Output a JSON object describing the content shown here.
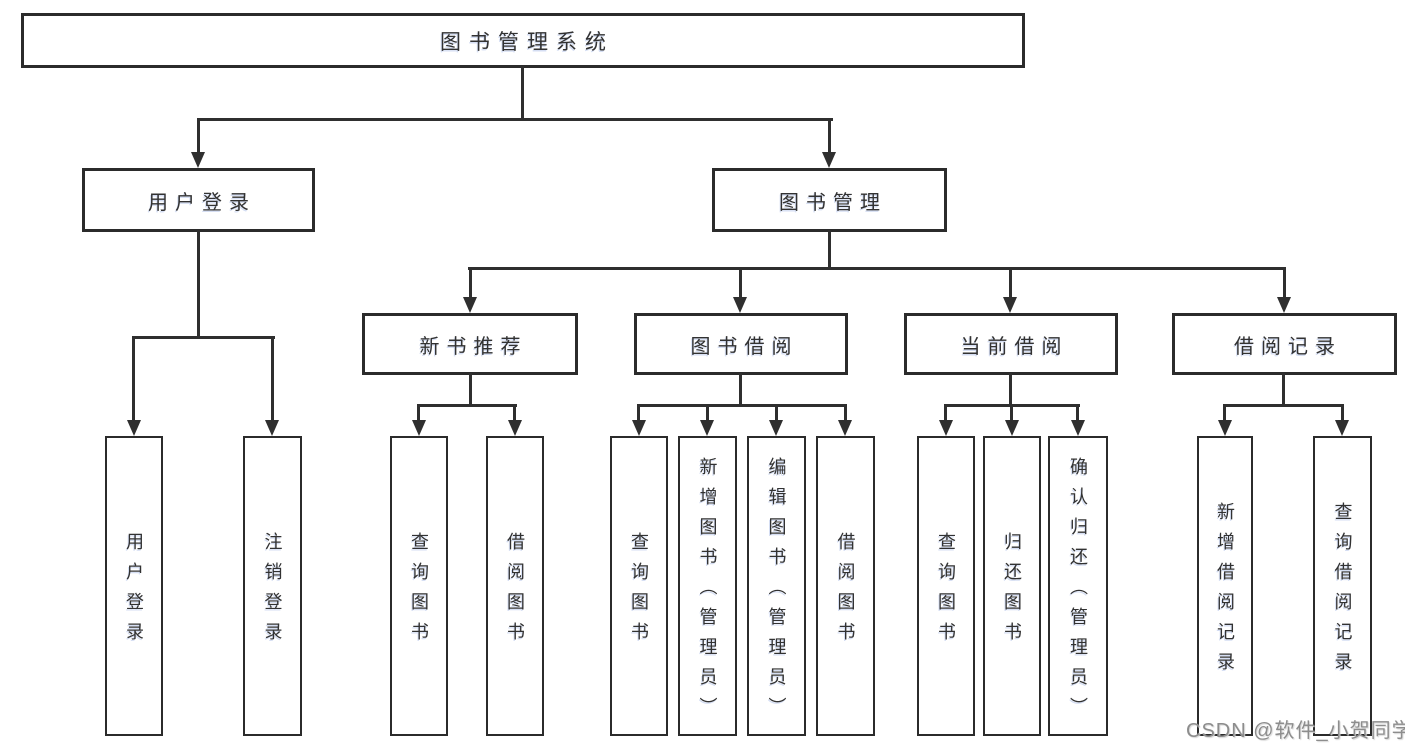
{
  "diagram": {
    "root": {
      "label": "图书管理系统",
      "children": [
        {
          "label": "用户登录",
          "children": [
            {
              "label": "用户登录"
            },
            {
              "label": "注销登录"
            }
          ]
        },
        {
          "label": "图书管理",
          "children": [
            {
              "label": "新书推荐",
              "children": [
                {
                  "label": "查询图书"
                },
                {
                  "label": "借阅图书"
                }
              ]
            },
            {
              "label": "图书借阅",
              "children": [
                {
                  "label": "查询图书"
                },
                {
                  "label": "新增图书（管理员）"
                },
                {
                  "label": "编辑图书（管理员）"
                },
                {
                  "label": "借阅图书"
                }
              ]
            },
            {
              "label": "当前借阅",
              "children": [
                {
                  "label": "查询图书"
                },
                {
                  "label": "归还图书"
                },
                {
                  "label": "确认归还（管理员）"
                }
              ]
            },
            {
              "label": "借阅记录",
              "children": [
                {
                  "label": "新增借阅记录"
                },
                {
                  "label": "查询借阅记录"
                }
              ]
            }
          ]
        }
      ]
    },
    "colors": {
      "line": "#2f2f2f",
      "box_border": "#2b2b2b",
      "box_fill": "#ffffff",
      "text": "#323232",
      "background": "#ffffff",
      "watermark": "#8d8d8d"
    }
  },
  "watermark": {
    "text": "CSDN @软件_小贺同学"
  }
}
